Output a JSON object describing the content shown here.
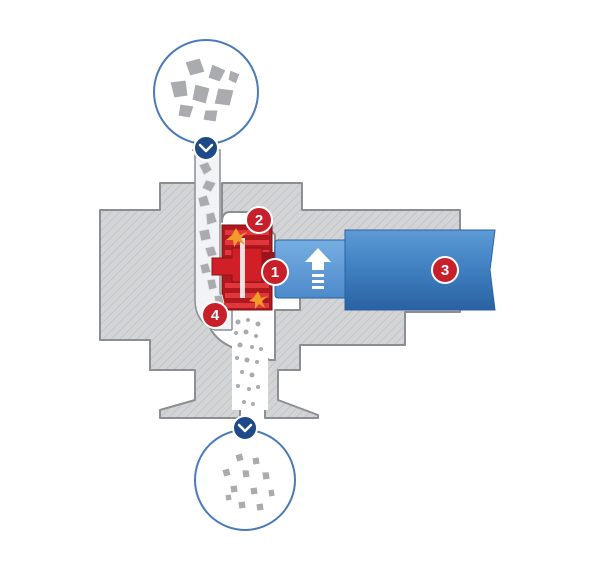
{
  "colors": {
    "housing": "#d3d4d6",
    "housing_stroke": "#7d8185",
    "hatch": "#bcbec1",
    "shaft": "#3f7fc0",
    "shaft_dark": "#2a62a3",
    "rotor": "#d01f26",
    "rotor_dark": "#8d1418",
    "badge": "#c8202b",
    "arrow_badge": "#1e4a8a",
    "circle_outline": "#4a7ab8",
    "particle": "#a9abae"
  },
  "icons": {
    "inlet_arrow": "chevron-down-icon",
    "outlet_arrow": "chevron-down-icon",
    "axial_arrow": "arrow-up-icon"
  },
  "callouts": [
    {
      "id": "rotor-stator",
      "label": "1"
    },
    {
      "id": "grinding-gap",
      "label": "2"
    },
    {
      "id": "drive-shaft",
      "label": "3"
    },
    {
      "id": "discharge",
      "label": "4"
    }
  ]
}
